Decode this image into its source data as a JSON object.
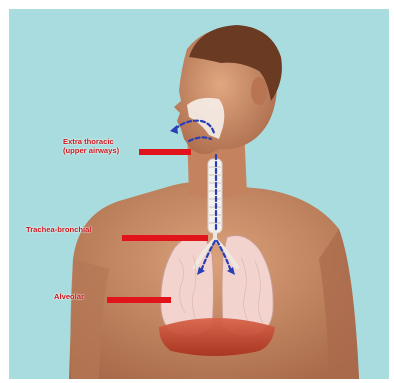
{
  "labels": {
    "upper_line1": "Extra thoracic",
    "upper_line2": "(upper airways)",
    "trachea": "Trachea-bronchial",
    "alveolar": "Alveolar"
  },
  "colors": {
    "background": "#a9dcde",
    "skin": "#c98c67",
    "hair": "#6b3a22",
    "label_text": "#c8141a",
    "pointer": "#e0141a",
    "airflow_arrows": "#2b3fb5",
    "lungs": "#f2d3cd",
    "diaphragm": "#c74a2d"
  }
}
